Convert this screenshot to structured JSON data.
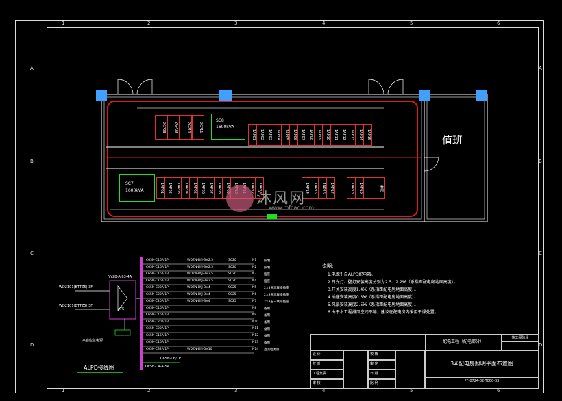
{
  "grid": {
    "top_numbers": [
      "1",
      "2",
      "3",
      "4",
      "5",
      "6"
    ],
    "bottom_numbers": [
      "1",
      "2",
      "3",
      "4",
      "5",
      "6"
    ],
    "side_letters": [
      "A",
      "B",
      "C",
      "D"
    ]
  },
  "plan": {
    "duty_room_label": "值班",
    "transformer_1": {
      "name": "SC8",
      "rating": "1600kVA"
    },
    "transformer_2": {
      "name": "SC7",
      "rating": "1600kVA"
    },
    "upper_left_cabinets": [
      "2GP08",
      "2GP09",
      "2GP10",
      "2GP11"
    ],
    "upper_right_cabinets": [
      "1AP01",
      "1AP02",
      "1AP03",
      "1AP04",
      "1AP05",
      "1AP06",
      "1AP07",
      "1AP08",
      "1AP09",
      "1AP10",
      "1AP11",
      "1AP12",
      "1AP13",
      "1AP14",
      "1AP15"
    ],
    "lower_cabinets": [
      "1AP01",
      "1AP02",
      "1AP03",
      "1AP04",
      "1AP05",
      "1AP06",
      "1AP07",
      "1AP08",
      "1AP09",
      "1AP10",
      "1AP11",
      "1AP12",
      "1AP13",
      "1AP14",
      "1AP15",
      "1AP16",
      "1AP17",
      "1AP18",
      "1AP19",
      "备用"
    ]
  },
  "watermark": {
    "brand": "沐风网",
    "url": "www.mfcad.com"
  },
  "wiring": {
    "supply_1": "WD2101(BTTZ5) 3F",
    "supply_2": "WD2101(BTTZ5) 3F",
    "ats_top": "YY2B-A 63-4A",
    "ats_label": "ATS",
    "side_note": "来自应急电源",
    "diagram_title": "ALPD接线图",
    "bottom_ref": "OFSB-C4-4-5A",
    "bottom_cable": "C65N-C6/1P",
    "circuits": [
      {
        "breaker": "C65N-C16A/1P",
        "cable": "WDZN-BYJ-3×2.5",
        "pipe": "SC20",
        "id": "N1",
        "use": "照明"
      },
      {
        "breaker": "C65N-C16A/1P",
        "cable": "WDZN-BYJ-3×2.5",
        "pipe": "SC20",
        "id": "N2",
        "use": "照明"
      },
      {
        "breaker": "C65N-C16A/1P",
        "cable": "WDZN-BYJ-3×2.5",
        "pipe": "SC20",
        "id": "N3",
        "use": "插座"
      },
      {
        "breaker": "C65N-C16A/1P",
        "cable": "WDZN-BYJ-3×2.5",
        "pipe": "SC20",
        "id": "N4",
        "use": "插座"
      },
      {
        "breaker": "C65N-C20A/1P",
        "cable": "WDZN-BYJ-3×4",
        "pipe": "SC25",
        "id": "N5",
        "use": "2×3五三联排插座"
      },
      {
        "breaker": "C65N-C20A/1P",
        "cable": "WDZN-BYJ-3×4",
        "pipe": "SC25",
        "id": "N6",
        "use": "2×3五三联排插座"
      },
      {
        "breaker": "C65N-C20A/1P",
        "cable": "WDZN-BYJ-3×4",
        "pipe": "SC25",
        "id": "N7",
        "use": "2×3五三联排插座"
      },
      {
        "breaker": "C65N-C16A/1P",
        "cable": "",
        "pipe": "",
        "id": "N8",
        "use": "备用"
      },
      {
        "breaker": "C65N-C16A/1P",
        "cable": "",
        "pipe": "",
        "id": "N9",
        "use": "备用"
      },
      {
        "breaker": "C65N-C20A/1P",
        "cable": "",
        "pipe": "",
        "id": "N10",
        "use": "备用"
      },
      {
        "breaker": "C65N-C20A/1P",
        "cable": "",
        "pipe": "",
        "id": "N11",
        "use": "备用"
      },
      {
        "breaker": "C65N-C16A/1P",
        "cable": "",
        "pipe": "",
        "id": "N12",
        "use": "备用"
      },
      {
        "breaker": "C65N-C16A/1P",
        "cable": "",
        "pipe": "",
        "id": "N13",
        "use": "备用"
      },
      {
        "breaker": "C65N-C32A/1P",
        "cable": "WDZN-BYJ-5×10",
        "pipe": "",
        "id": "N14",
        "use": "直流电源屏"
      }
    ]
  },
  "notes": {
    "heading": "说明:",
    "items": [
      "1.电源引自ALPD配电箱。",
      "2.日光灯、壁灯安装高度分别为2.5、2.2米（系指距配电房地面高度）。",
      "3.开关安装高度1.4米（系指距配电房地面高度）。",
      "4.插座安装高度0.3米（系指距配电房地面高度）。",
      "5.风扇安装高度2.5米（系指距配电房地面高度）。",
      "6.由于本工程排风空间不够，建议在配电房内采用干燥处置。"
    ]
  },
  "title_block": {
    "project": "配电工程（配电部分）",
    "stage": "施工图阶段",
    "drawing_name": "3#配电房照明平面布置图",
    "drawing_no": "PF-0724-02-T000-33",
    "rows_left": [
      "设  计",
      "校  对",
      "工程负责",
      "审  核"
    ],
    "rows_mid": [
      "校  核",
      "审  定",
      "日  期",
      "比  例"
    ]
  }
}
